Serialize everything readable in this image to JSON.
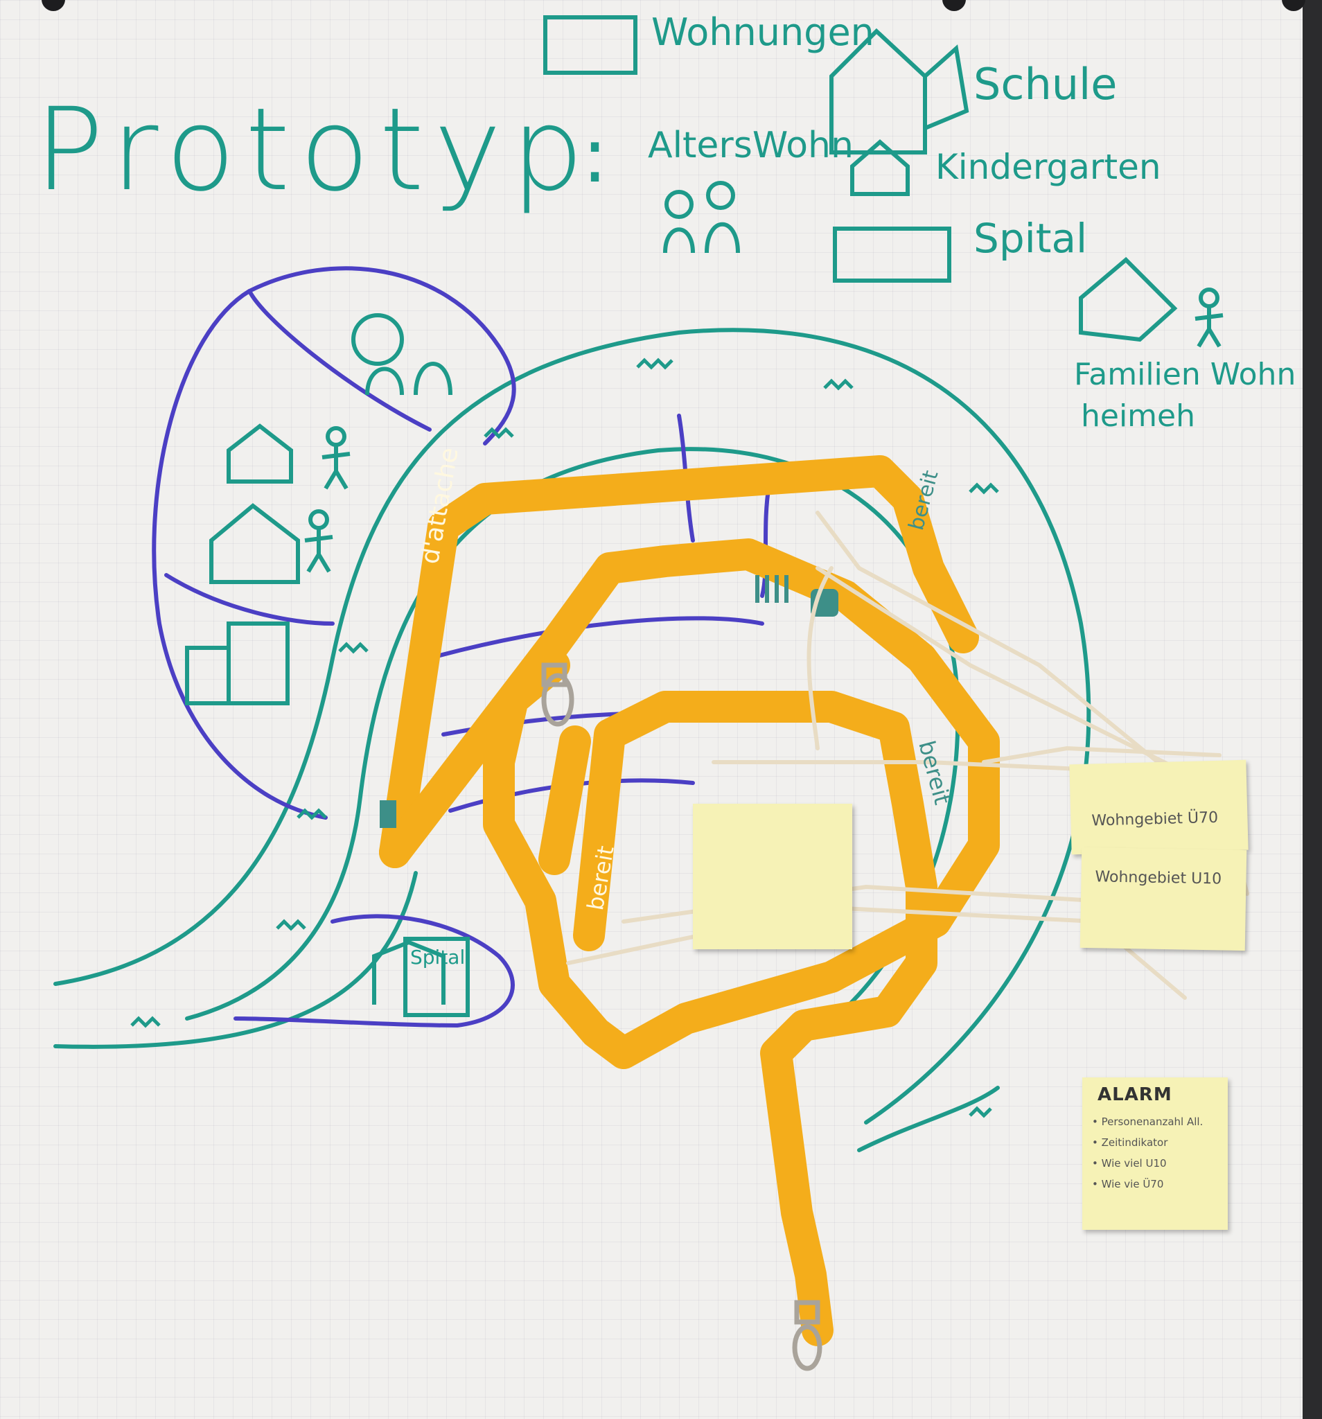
{
  "title": "Prototyp",
  "colon": ":",
  "legend": {
    "wohnungen": "Wohnungen",
    "schule": "Schule",
    "alterswohn": "AltersWohn",
    "kindergarten": "Kindergarten",
    "spital": "Spital",
    "familien_line1": "Familien Wohn",
    "familien_line2": "heimeh"
  },
  "map": {
    "spital_building_label": "Spital"
  },
  "lanyards": {
    "text_attache": "d'attache",
    "text_bereit_1": "bereit",
    "text_bereit_2": "bereit",
    "text_bereit_3": "bereit"
  },
  "notes": {
    "alarm_title": "ALARM",
    "alarm_items": [
      "• Personenanzahl All.",
      "• Zeitindikator",
      "• Wie viel U10",
      "• Wie vie Ü70"
    ],
    "wohngebiet_u70": "Wohngebiet Ü70",
    "wohngebiet_u10": "Wohngebiet U10"
  },
  "colors": {
    "teal_marker": "#1e9a8a",
    "blue_marker": "#4b3fc4",
    "lanyard_yellow": "#f4ad1b",
    "sticky_note": "#f6f2b6",
    "paper": "#f1f0ee"
  }
}
